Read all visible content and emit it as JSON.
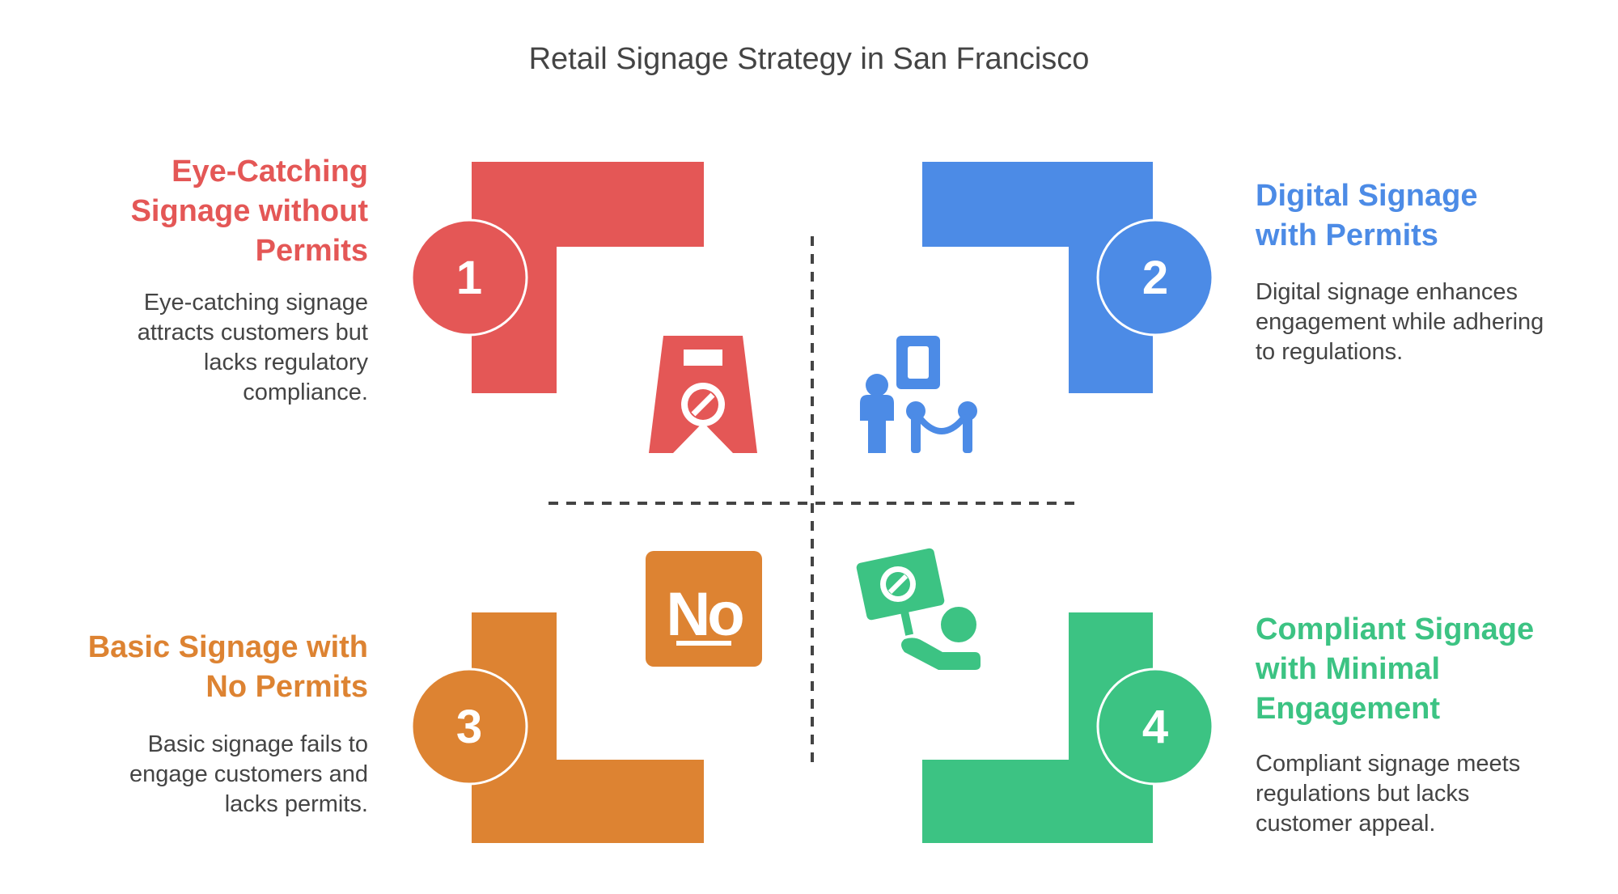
{
  "title": "Retail Signage Strategy in San Francisco",
  "colors": {
    "red": "#E45756",
    "blue": "#4C8BE6",
    "orange": "#DD8332",
    "green": "#3CC383",
    "text": "#444444"
  },
  "quadrants": [
    {
      "number": "1",
      "title": "Eye-Catching Signage without Permits",
      "description": "Eye-catching signage attracts customers but lacks regulatory compliance.",
      "color": "#E45756",
      "icon": "wet-floor-sign-prohibited-icon"
    },
    {
      "number": "2",
      "title": "Digital Signage with Permits",
      "description": "Digital signage enhances engagement while adhering to regulations.",
      "color": "#4C8BE6",
      "icon": "people-at-barrier-display-icon"
    },
    {
      "number": "3",
      "title": "Basic Signage with No Permits",
      "description": "Basic signage fails to engage customers and lacks permits.",
      "color": "#DD8332",
      "icon": "no-sign-icon"
    },
    {
      "number": "4",
      "title": "Compliant Signage with Minimal Engagement",
      "description": "Compliant signage meets regulations but lacks customer appeal.",
      "color": "#3CC383",
      "icon": "person-holding-prohibition-sign-icon"
    }
  ]
}
